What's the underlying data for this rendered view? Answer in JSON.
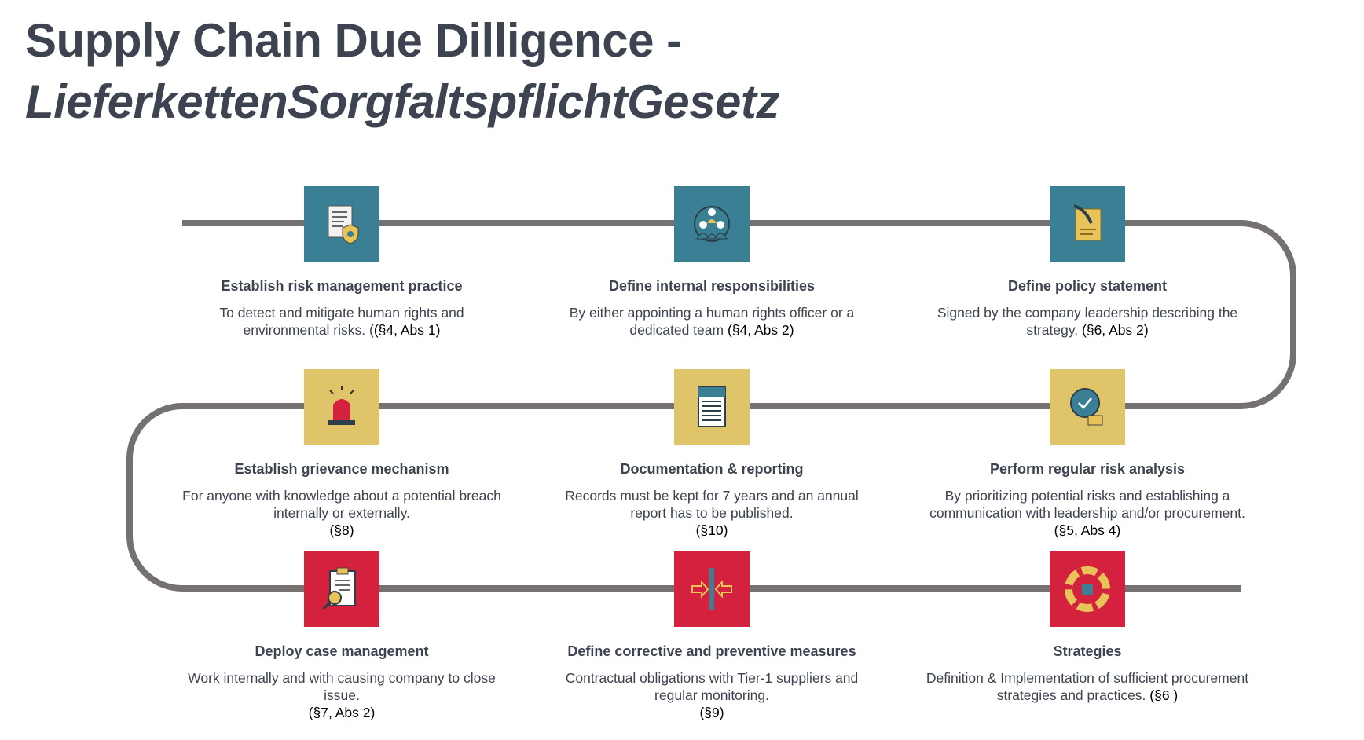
{
  "title": {
    "line1": "Supply Chain Due Dilligence -",
    "line2": "LieferkettenSorgfaltspflichtGesetz"
  },
  "colors": {
    "teal": "#3a7f94",
    "yellow": "#dfc46a",
    "red": "#d4213d",
    "track": "#767171",
    "text": "#3d4350"
  },
  "steps": [
    {
      "icon": "document-shield-icon",
      "title": "Establish risk management practice",
      "desc": "To detect and mitigate human rights and environmental risks. (",
      "ref": "(§4, Abs 1)"
    },
    {
      "icon": "team-icon",
      "title": "Define internal responsibilities",
      "desc": "By either appointing a human rights officer or a dedicated team ",
      "ref": "(§4, Abs 2)"
    },
    {
      "icon": "scroll-quill-icon",
      "title": "Define policy statement",
      "desc": "Signed by the company leadership describing the strategy. ",
      "ref": "(§6, Abs 2)"
    },
    {
      "icon": "alarm-siren-icon",
      "title": "Establish grievance mechanism",
      "desc": "For anyone with knowledge about a potential breach internally or externally.",
      "ref": "(§8)"
    },
    {
      "icon": "report-document-icon",
      "title": "Documentation & reporting",
      "desc": "Records must be kept for 7 years and an annual report has to be published.",
      "ref": "(§10)"
    },
    {
      "icon": "check-thumbs-up-icon",
      "title": "Perform regular risk analysis",
      "desc": "By prioritizing potential risks and establishing a communication with leadership and/or procurement. ",
      "ref": "(§5, Abs 4)"
    },
    {
      "icon": "clipboard-magnifier-icon",
      "title": "Deploy case management",
      "desc": "Work internally and with causing company to close issue.",
      "ref": "(§7, Abs 2)"
    },
    {
      "icon": "arrows-barrier-icon",
      "title": "Define corrective and preventive measures",
      "desc": "Contractual obligations with Tier-1 suppliers and regular monitoring.",
      "ref": "(§9)"
    },
    {
      "icon": "strategy-wheel-icon",
      "title": "Strategies",
      "desc": "Definition & Implementation of sufficient procurement strategies and practices. ",
      "ref": "(§6 )"
    }
  ]
}
